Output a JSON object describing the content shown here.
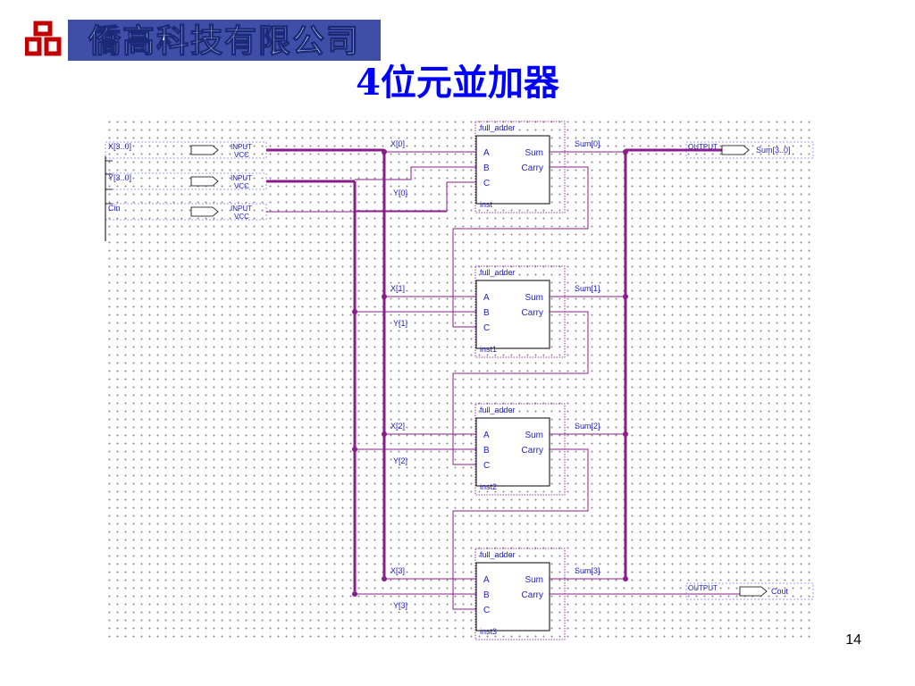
{
  "company": {
    "logo_mark": "品",
    "name": "僑高科技有限公司"
  },
  "title": "4位元並加器",
  "page_number": "14",
  "schematic": {
    "input_pins": [
      {
        "name": "X[3..0]",
        "type": "INPUT",
        "default": "VCC"
      },
      {
        "name": "Y[3..0]",
        "type": "INPUT",
        "default": "VCC"
      },
      {
        "name": "Cin",
        "type": "INPUT",
        "default": "VCC"
      }
    ],
    "output_pins": [
      {
        "name": "Sum[3..0]",
        "type": "OUTPUT"
      },
      {
        "name": "Cout",
        "type": "OUTPUT"
      }
    ],
    "blocks": [
      {
        "type": "full_adder",
        "instance": "inst",
        "a_net": "X[0]",
        "b_net": "Y[0]",
        "sum_net": "Sum[0]"
      },
      {
        "type": "full_adder",
        "instance": "inst1",
        "a_net": "X[1]",
        "b_net": "Y[1]",
        "sum_net": "Sum[1]"
      },
      {
        "type": "full_adder",
        "instance": "inst2",
        "a_net": "X[2]",
        "b_net": "Y[2]",
        "sum_net": "Sum[2]"
      },
      {
        "type": "full_adder",
        "instance": "inst3",
        "a_net": "X[3]",
        "b_net": "Y[3]",
        "sum_net": "Sum[3]"
      }
    ],
    "ports": {
      "a": "A",
      "b": "B",
      "c": "C",
      "sum": "Sum",
      "carry": "Carry"
    },
    "colors": {
      "wire": "#8b1c8b",
      "block_border": "#800080",
      "box_border": "#000000",
      "text": "#1f1fbf",
      "title": "#0000ff"
    }
  }
}
